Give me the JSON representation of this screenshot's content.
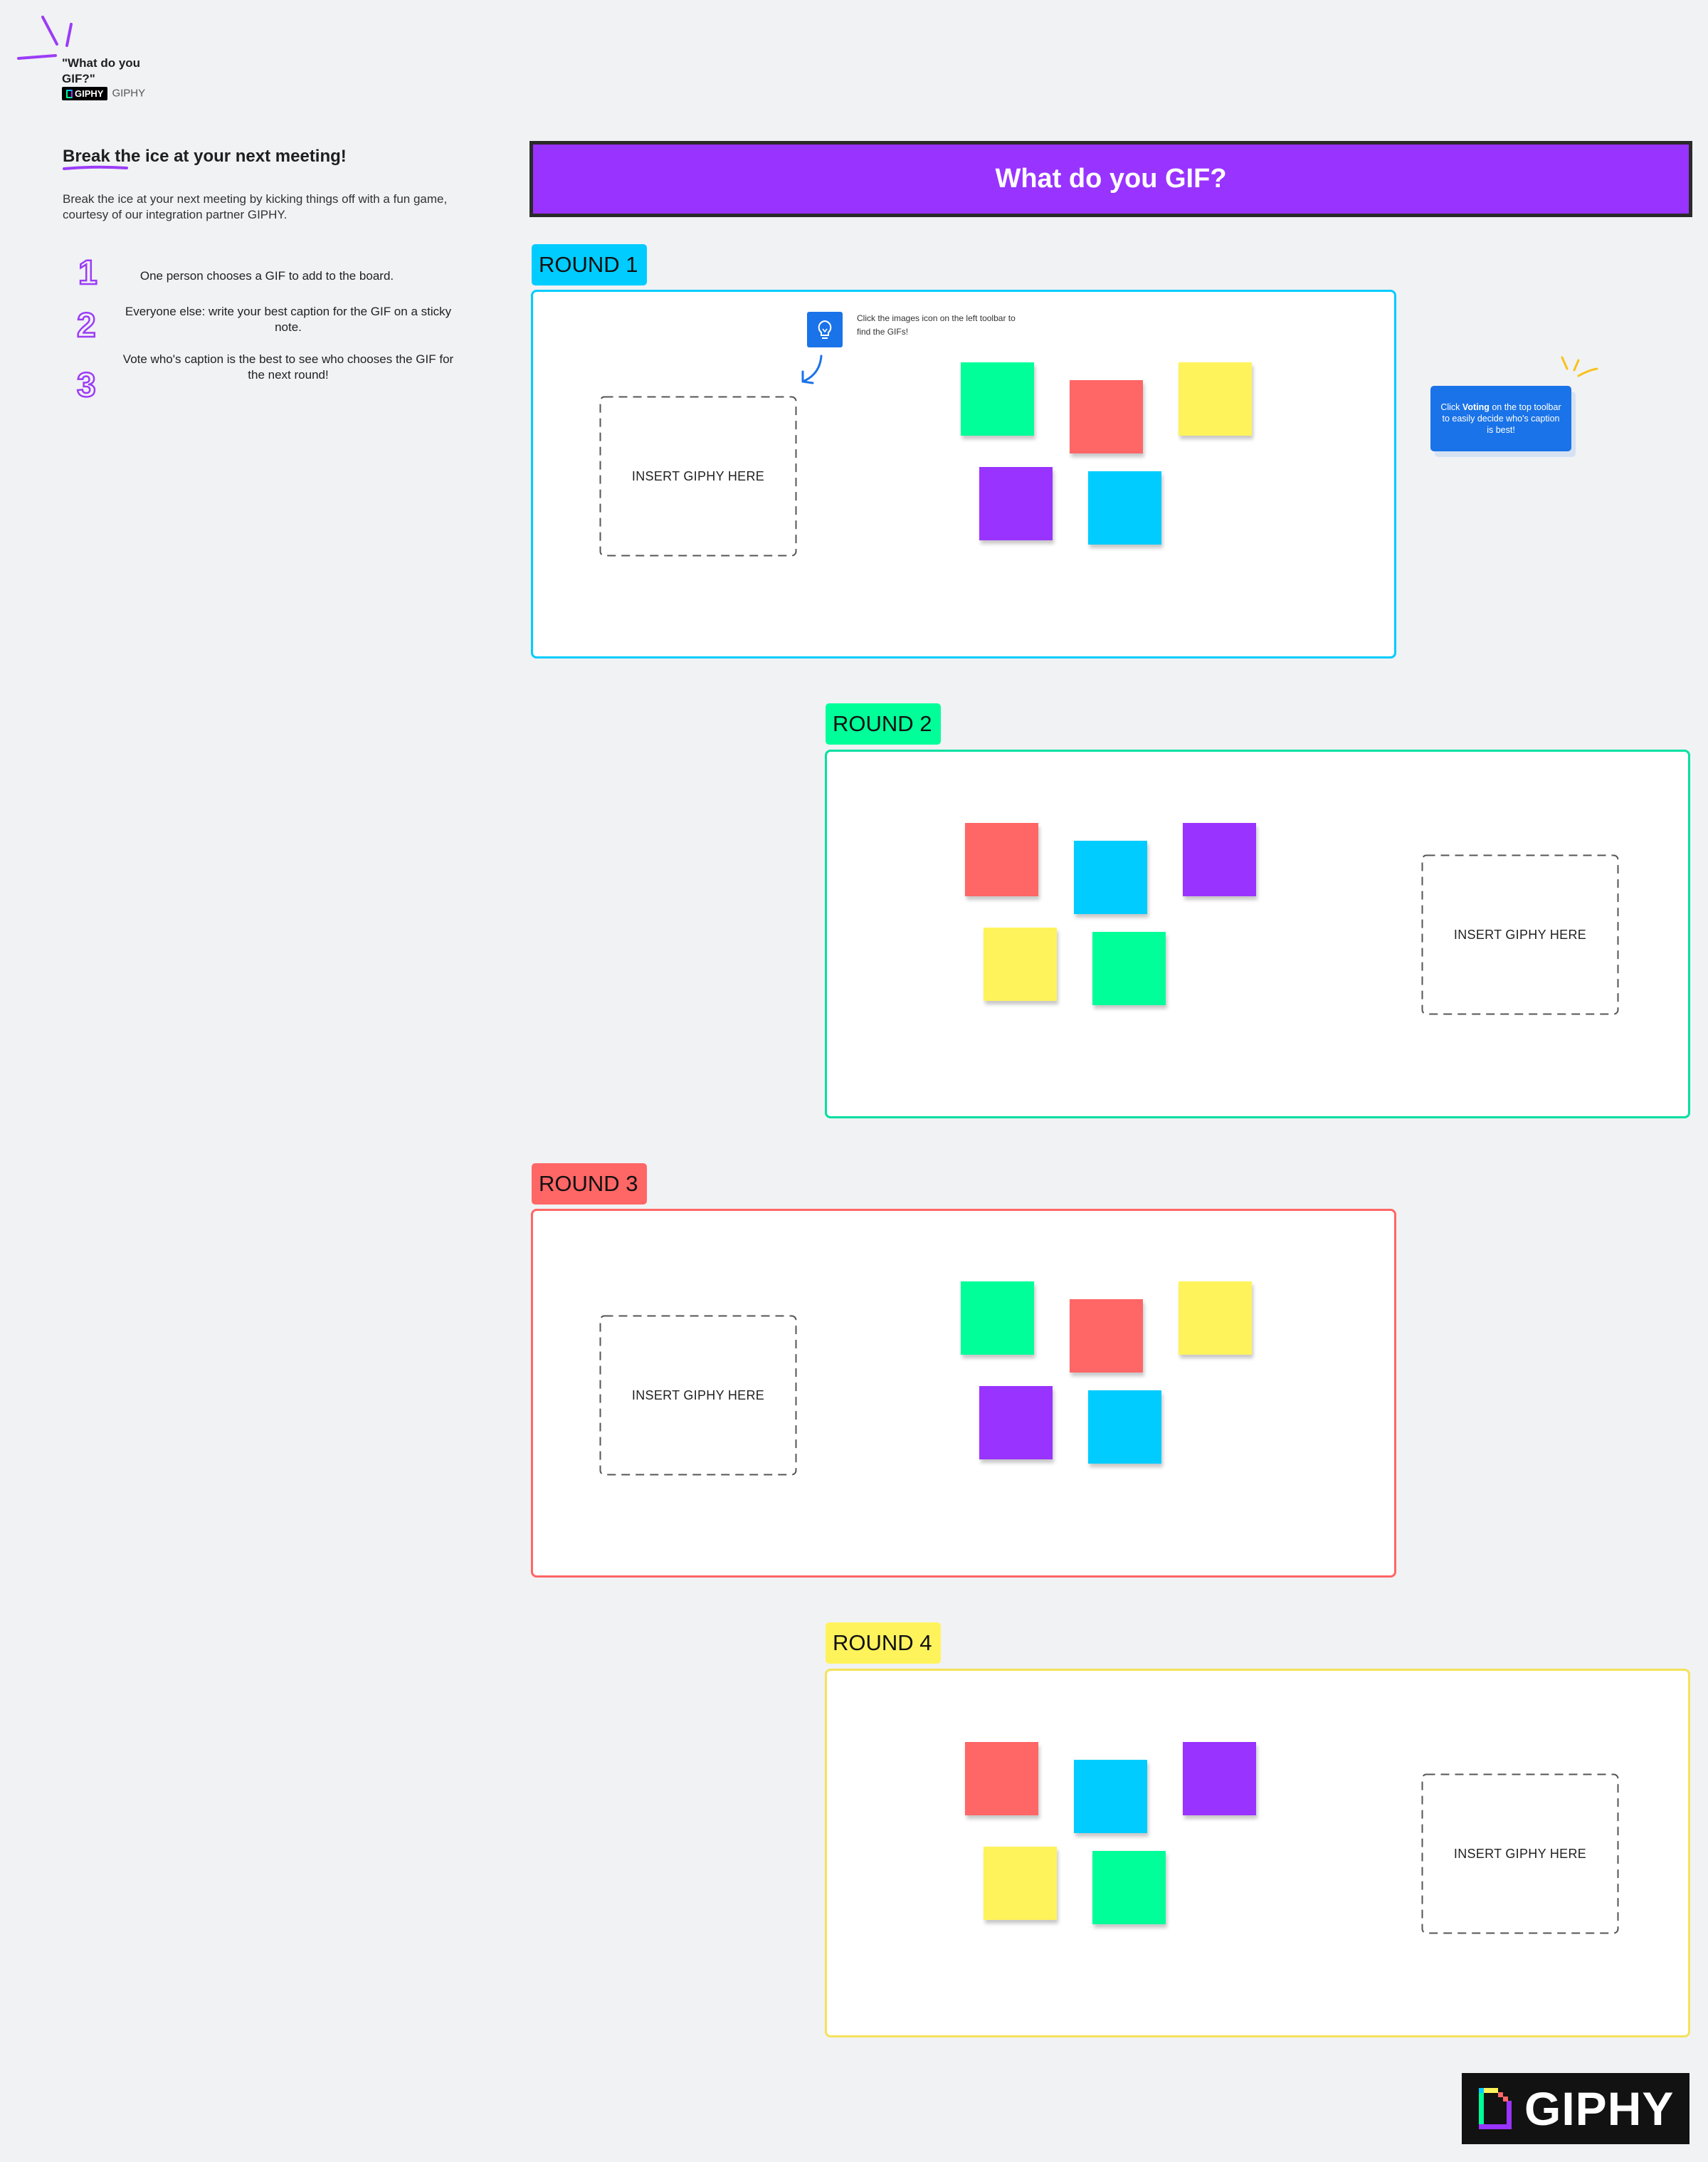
{
  "template": {
    "title": "\"What do you GIF?\"",
    "by_label": "GIPHY",
    "logo_text": "GIPHY"
  },
  "sidebar": {
    "heading": "Break the ice at your next meeting!",
    "intro": "Break the ice at your next meeting by kicking things off with a fun game, courtesy of our integration partner GIPHY.",
    "steps": [
      {
        "num": "1",
        "text": "One person chooses a GIF to add to the board."
      },
      {
        "num": "2",
        "text": "Everyone else: write your best caption for the GIF on a sticky note."
      },
      {
        "num": "3",
        "text": "Vote who's caption is the best to see who chooses the GIF for the next round!"
      }
    ]
  },
  "banner": {
    "title": "What do you GIF?"
  },
  "tips": {
    "images_tip": "Click the images icon on the left toolbar to find the GIFs!",
    "voting_pre": "Click ",
    "voting_bold": "Voting",
    "voting_post": " on the top toolbar to easily decide who's caption is best!"
  },
  "rounds": [
    {
      "label": "ROUND 1",
      "color": "#00ccff",
      "placeholder": "INSERT GIPHY HERE"
    },
    {
      "label": "ROUND 2",
      "color": "#00ff99",
      "placeholder": "INSERT GIPHY HERE"
    },
    {
      "label": "ROUND 3",
      "color": "#ff6666",
      "placeholder": "INSERT GIPHY HERE"
    },
    {
      "label": "ROUND 4",
      "color": "#fff35c",
      "placeholder": "INSERT GIPHY HERE"
    }
  ],
  "colors": {
    "green": "#00ff99",
    "red": "#ff6666",
    "yellow": "#fff35c",
    "purple": "#9933ff",
    "blue": "#00ccff",
    "accent_blue": "#1a73e8"
  },
  "footer": {
    "logo_text": "GIPHY"
  }
}
